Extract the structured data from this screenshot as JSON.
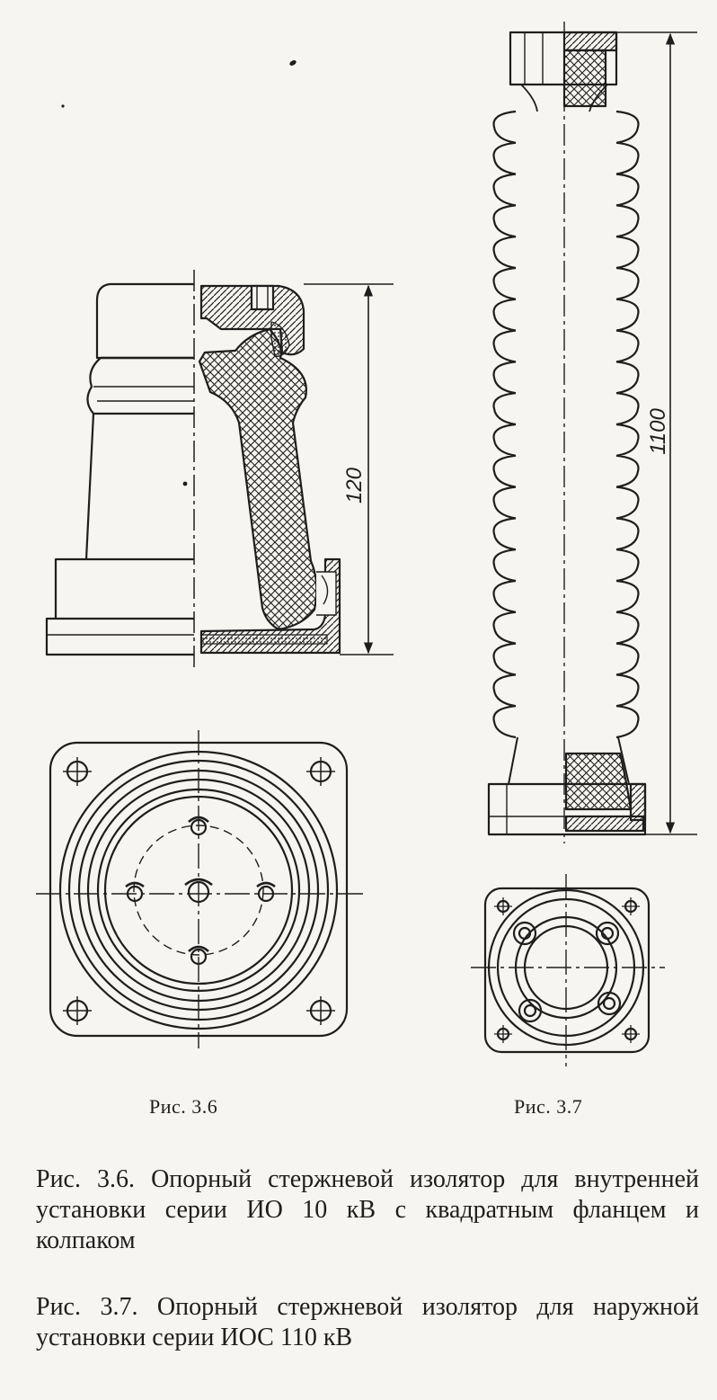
{
  "figures": [
    {
      "id": "fig-3-6",
      "label": "Рис.  3.6",
      "dimension": "120"
    },
    {
      "id": "fig-3-7",
      "label": "Рис.  3.7",
      "dimension": "1100"
    }
  ],
  "captions": [
    "Рис. 3.6. Опорный стержневой изолятор для внутренней установки серии ИО 10 кВ с квадратным фланцем и колпаком",
    "Рис. 3.7. Опорный стержневой изолятор для наружной установки серии ИОС 110 кВ"
  ],
  "colors": {
    "paper": "#f7f5f1",
    "ink": "#1e1e1e"
  },
  "sheds_count": 20
}
